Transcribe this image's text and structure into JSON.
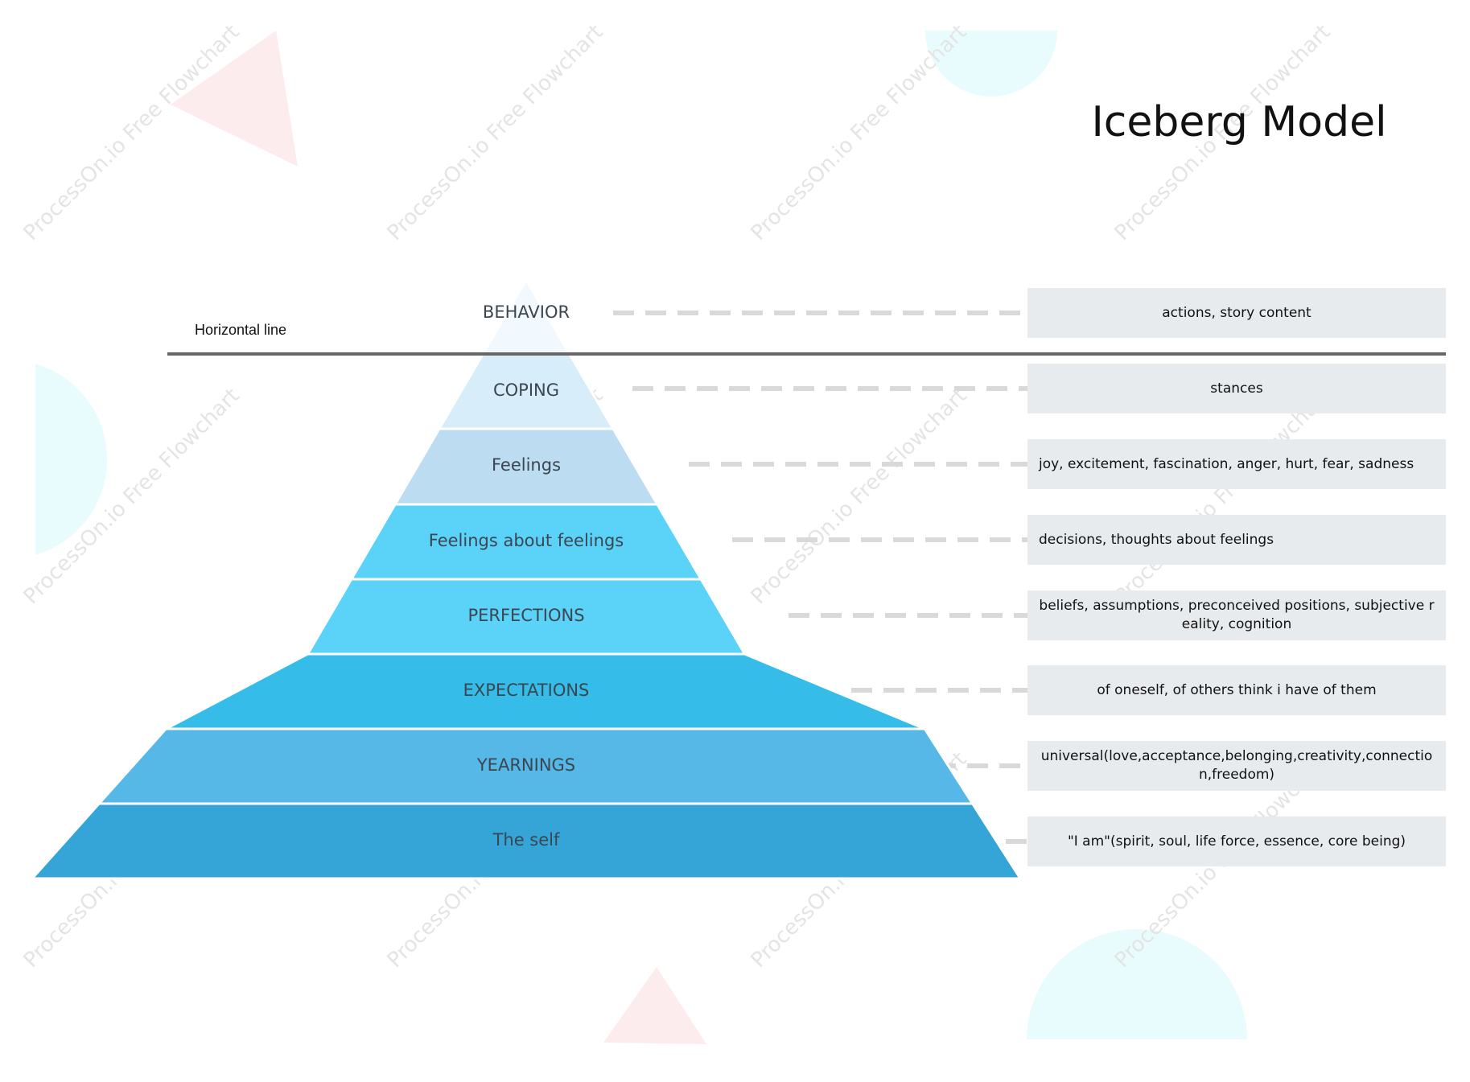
{
  "title": "Iceberg Model",
  "watermark": "ProcessOn.io Free Flowchart",
  "horizontal_line_label": "Horizontal line",
  "layers": [
    {
      "label": "BEHAVIOR",
      "description": "actions, story content",
      "color": "#f2f9fe",
      "desc_align": "center"
    },
    {
      "label": "COPING",
      "description": "stances",
      "color": "#d7edf9",
      "desc_align": "center"
    },
    {
      "label": "Feelings",
      "description": "joy, excitement, fascination, anger, hurt, fear, sadness",
      "color": "#bcdcf2",
      "desc_align": "left"
    },
    {
      "label": "Feelings about feelings",
      "description": "decisions, thoughts about feelings",
      "color": "#5bd2f7",
      "desc_align": "left"
    },
    {
      "label": "PERFECTIONS",
      "description": "beliefs, assumptions, preconceived positions, subjective reality, cognition",
      "color": "#5bd2f7",
      "desc_align": "center"
    },
    {
      "label": "EXPECTATIONS",
      "description": "of oneself, of others think i have of them",
      "color": "#35bce9",
      "desc_align": "center"
    },
    {
      "label": "YEARNINGS",
      "description": "universal(love,acceptance,belonging,creativity,connection,freedom)",
      "color": "#55b8e6",
      "desc_align": "center"
    },
    {
      "label": "The self",
      "description": "\"I am\"(spirit, soul, life force, essence, core being)",
      "color": "#35a4d7",
      "desc_align": "center"
    }
  ],
  "colors": {
    "divider_line": "#666666",
    "connector": "#d9d9d9",
    "box_fill": "#e8ebee",
    "decor_cyan": "#e9fcfd",
    "decor_pink": "#fdeced",
    "watermark": "#e4e4e4"
  }
}
